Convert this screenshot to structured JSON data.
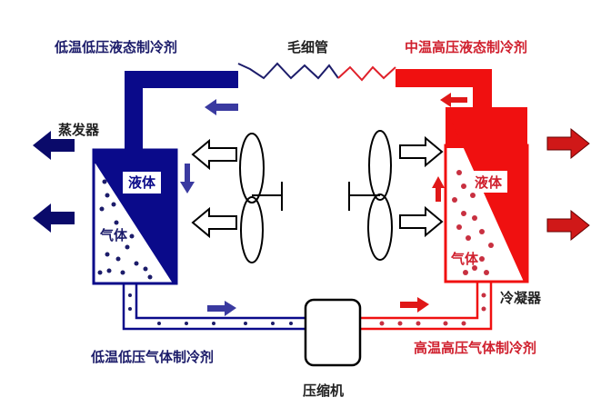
{
  "labels": {
    "evap_in": "低温低压液态制冷剂",
    "capillary": "毛细管",
    "cond_out": "中温高压液态制冷剂",
    "evaporator": "蒸发器",
    "evap_liquid": "液体",
    "evap_gas": "气体",
    "cond_liquid": "液体",
    "cond_gas": "气体",
    "condenser": "冷凝器",
    "evap_out": "低温低压气体制冷剂",
    "comp_out": "高温高压气体制冷剂",
    "compressor": "压缩机"
  },
  "colors": {
    "cold": "#0a0a8a",
    "cold_text": "#1c1c6a",
    "hot": "#f01010",
    "hot_text": "#d0202e",
    "arrow_blue": "#3a3aa0",
    "arrow_red": "#e01818"
  }
}
